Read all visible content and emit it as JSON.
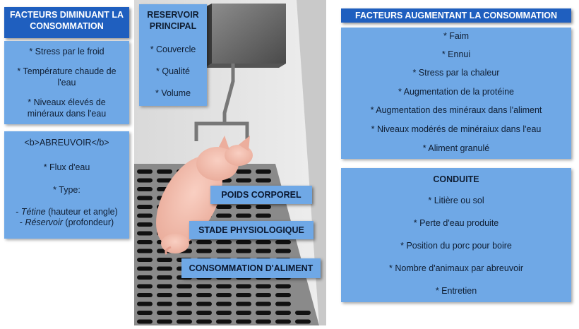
{
  "left": {
    "header": "FACTEURS DIMINUANT LA CONSOMMATION",
    "decrease_items": [
      "* Stress par le froid",
      "* Température chaude de l'eau",
      "* Niveaux élevés de minéraux dans l'eau"
    ],
    "abreuvoir_title": "<b>ABREUVOIR</b>",
    "flux": "* Flux d'eau",
    "type": "* Type:",
    "tetine_prefix": "- ",
    "tetine_em": "Tétine",
    "tetine_rest": " (hauteur et angle)",
    "reservoir_prefix": "- ",
    "reservoir_em": "Réservoir",
    "reservoir_rest": " (profondeur)"
  },
  "center": {
    "reservoir_title": "RESERVOIR PRINCIPAL",
    "reservoir_items": [
      "* Couvercle",
      "* Qualité",
      "* Volume"
    ],
    "tags": [
      "POIDS CORPOREL",
      "STADE PHYSIOLOGIQUE",
      "CONSOMMATION D'ALIMENT"
    ]
  },
  "right": {
    "header": "FACTEURS AUGMENTANT LA CONSOMMATION",
    "increase_items": [
      "* Faim",
      "* Ennui",
      "* Stress par la chaleur",
      "* Augmentation de la protéine",
      "* Augmentation des minéraux dans l'aliment",
      "* Niveaux modérés de minéraiux dans l'eau",
      "* Aliment granulé"
    ],
    "conduite_title": "CONDUITE",
    "conduite_items": [
      "* Litière ou sol",
      "* Perte d'eau produite",
      "* Position du porc pour boire",
      "* Nombre d'animaux par abreuvoir",
      "* Entretien"
    ]
  },
  "colors": {
    "header_bg": "#1f5fbf",
    "panel_bg": "#6fa8e6",
    "pig": "#f2b9a9",
    "floor": "#8a8a8a"
  }
}
